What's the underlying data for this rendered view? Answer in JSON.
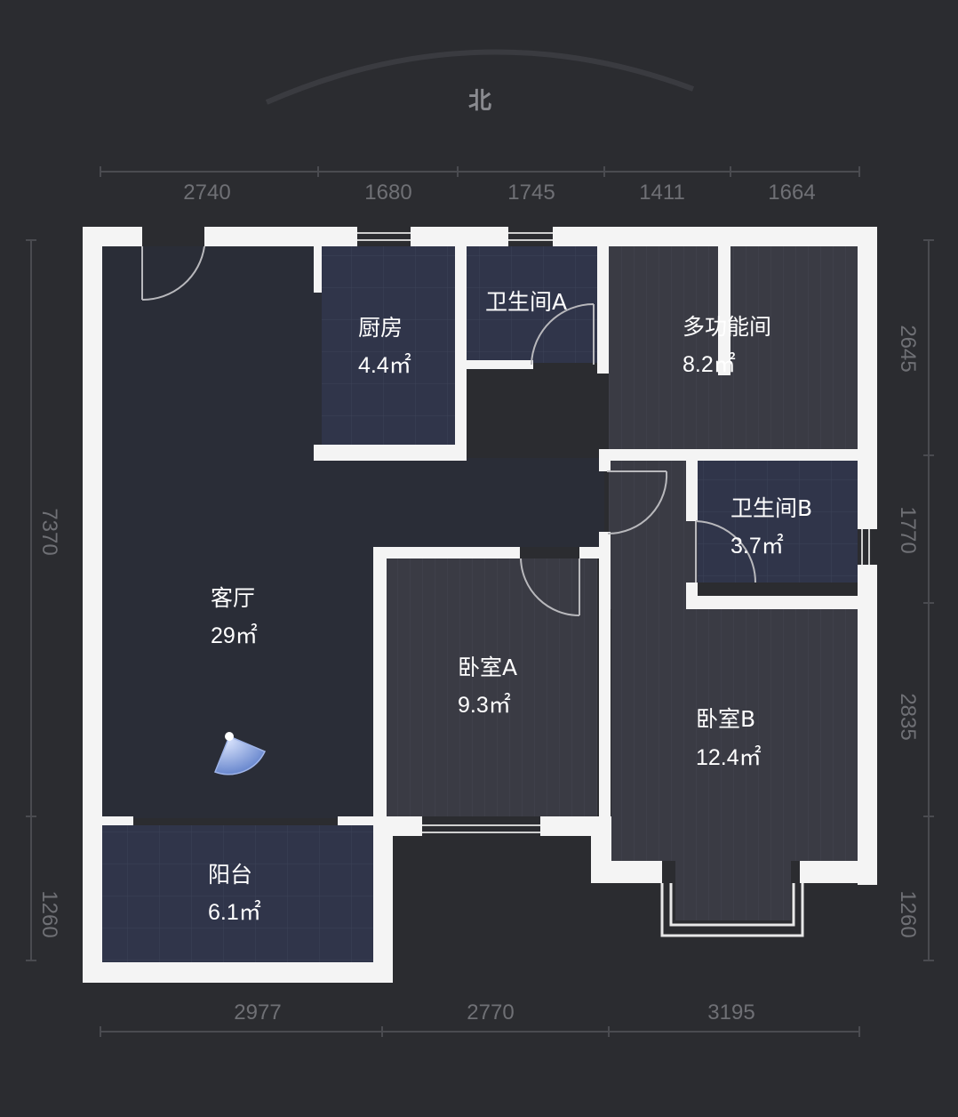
{
  "compass": {
    "label": "北"
  },
  "dimensions": {
    "top": [
      "2740",
      "1680",
      "1745",
      "1411",
      "1664"
    ],
    "bottom": [
      "2977",
      "2770",
      "3195"
    ],
    "left": [
      "7370",
      "1260"
    ],
    "right": [
      "2645",
      "1770",
      "2835",
      "1260"
    ]
  },
  "rooms": {
    "kitchen": {
      "name": "厨房",
      "area": "4.4㎡"
    },
    "bath_a": {
      "name": "卫生间A",
      "area": ""
    },
    "multi": {
      "name": "多功能间",
      "area": "8.2㎡"
    },
    "bath_b": {
      "name": "卫生间B",
      "area": "3.7㎡"
    },
    "living": {
      "name": "客厅",
      "area": "29㎡"
    },
    "bed_a": {
      "name": "卧室A",
      "area": "9.3㎡"
    },
    "bed_b": {
      "name": "卧室B",
      "area": "12.4㎡"
    },
    "balcony": {
      "name": "阳台",
      "area": "6.1㎡"
    }
  },
  "colors": {
    "background": "#2b2c30",
    "wall": "#f4f4f4",
    "tile_floor": "#30354a",
    "wood_floor": "#3b3c45",
    "living_floor": "#2a2d37",
    "camera": "#6f8fd8"
  }
}
